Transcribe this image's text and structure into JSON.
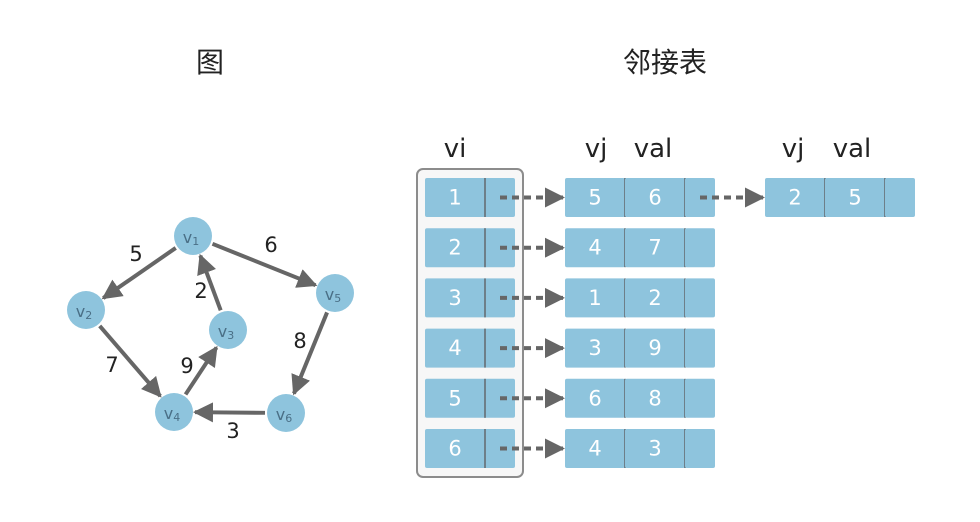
{
  "colors": {
    "node_fill": "#8ec4dd",
    "node_text": "#4a6f86",
    "cell_fill": "#8ec4dd",
    "cell_divider": "#6d7f89",
    "cell_text": "#ffffff",
    "edge": "#666666",
    "pointer": "#666666",
    "label": "#222222",
    "vi_border": "#8c8c8c",
    "vi_bg": "#f7f7f7"
  },
  "graph": {
    "title": "图",
    "nodes": [
      {
        "id": "v1",
        "label": "v",
        "sub": "1"
      },
      {
        "id": "v2",
        "label": "v",
        "sub": "2"
      },
      {
        "id": "v3",
        "label": "v",
        "sub": "3"
      },
      {
        "id": "v4",
        "label": "v",
        "sub": "4"
      },
      {
        "id": "v5",
        "label": "v",
        "sub": "5"
      },
      {
        "id": "v6",
        "label": "v",
        "sub": "6"
      }
    ],
    "edges": [
      {
        "from": "v1",
        "to": "v2",
        "weight": "5"
      },
      {
        "from": "v1",
        "to": "v5",
        "weight": "6"
      },
      {
        "from": "v3",
        "to": "v1",
        "weight": "2"
      },
      {
        "from": "v2",
        "to": "v4",
        "weight": "7"
      },
      {
        "from": "v4",
        "to": "v3",
        "weight": "9"
      },
      {
        "from": "v5",
        "to": "v6",
        "weight": "8"
      },
      {
        "from": "v6",
        "to": "v4",
        "weight": "3"
      }
    ]
  },
  "adjacency": {
    "title": "邻接表",
    "vi_header": "vi",
    "vj_header": "vj",
    "val_header": "val",
    "rows": [
      {
        "vi": "1",
        "entries": [
          {
            "vj": "5",
            "val": "6"
          },
          {
            "vj": "2",
            "val": "5"
          }
        ]
      },
      {
        "vi": "2",
        "entries": [
          {
            "vj": "4",
            "val": "7"
          }
        ]
      },
      {
        "vi": "3",
        "entries": [
          {
            "vj": "1",
            "val": "2"
          }
        ]
      },
      {
        "vi": "4",
        "entries": [
          {
            "vj": "3",
            "val": "9"
          }
        ]
      },
      {
        "vi": "5",
        "entries": [
          {
            "vj": "6",
            "val": "8"
          }
        ]
      },
      {
        "vi": "6",
        "entries": [
          {
            "vj": "4",
            "val": "3"
          }
        ]
      }
    ]
  }
}
